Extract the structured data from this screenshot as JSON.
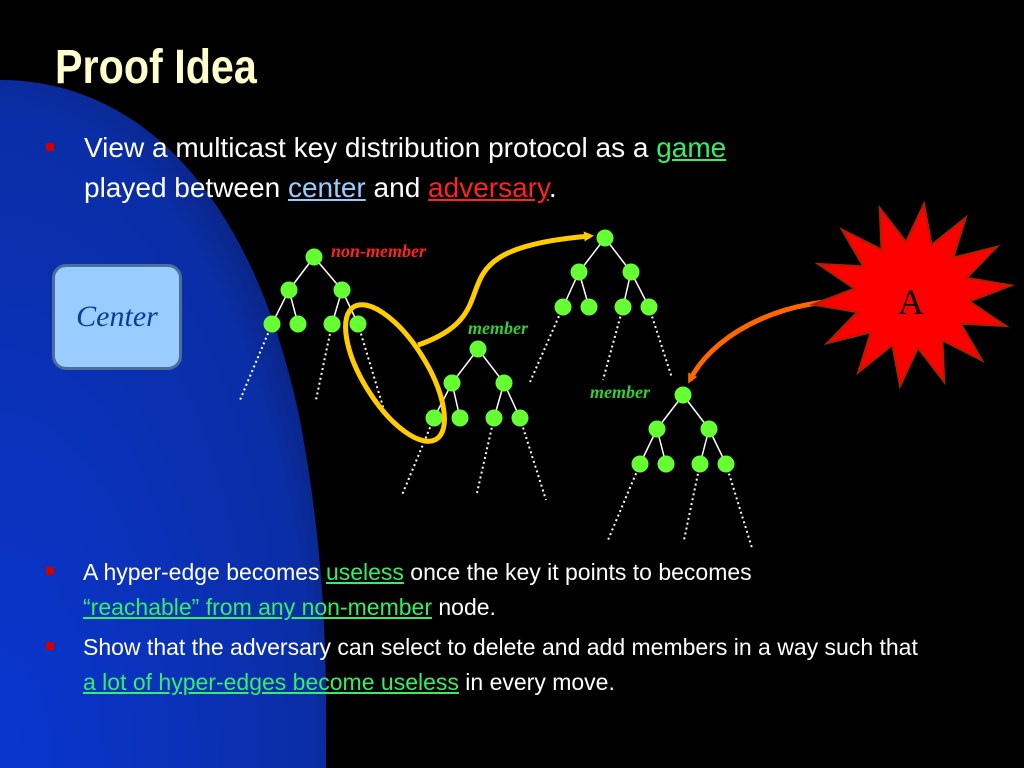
{
  "slide": {
    "title": "Proof Idea",
    "bullet1": {
      "part1": "View a multicast key distribution protocol as a ",
      "game": "game",
      "part2": "played between ",
      "center": "center",
      "part3": " and ",
      "adversary": "adversary",
      "part4": "."
    },
    "bullet2": {
      "part1": "A hyper-edge becomes ",
      "useless": "useless",
      "part2": " once the key it points to becomes ",
      "reachable": "“reachable” from any non-member",
      "part3": " node."
    },
    "bullet3": {
      "part1": "Show that the adversary can select to delete and add members in a way such that ",
      "lot": "a lot of hyper-edges become useless",
      "part2": " in every move."
    }
  },
  "diagram": {
    "center_label": "Center",
    "adversary_label": "A",
    "tree_labels": {
      "non_member": "non-member",
      "member_1": "member",
      "member_2": "member"
    }
  },
  "colors": {
    "background": "#000000",
    "blue_band": "#0a32c8",
    "title": "#ffffcc",
    "bullet_marker": "#cc0000",
    "link_green": "#33ee66",
    "link_light_blue": "#99ccff",
    "link_red": "#ff2222",
    "tree_node": "#66ff33",
    "hyper_edge": "#ffcc00",
    "adversary_arrow": "#ff6600",
    "adversary_star": "#ff0000",
    "center_box": "#99ccff"
  }
}
